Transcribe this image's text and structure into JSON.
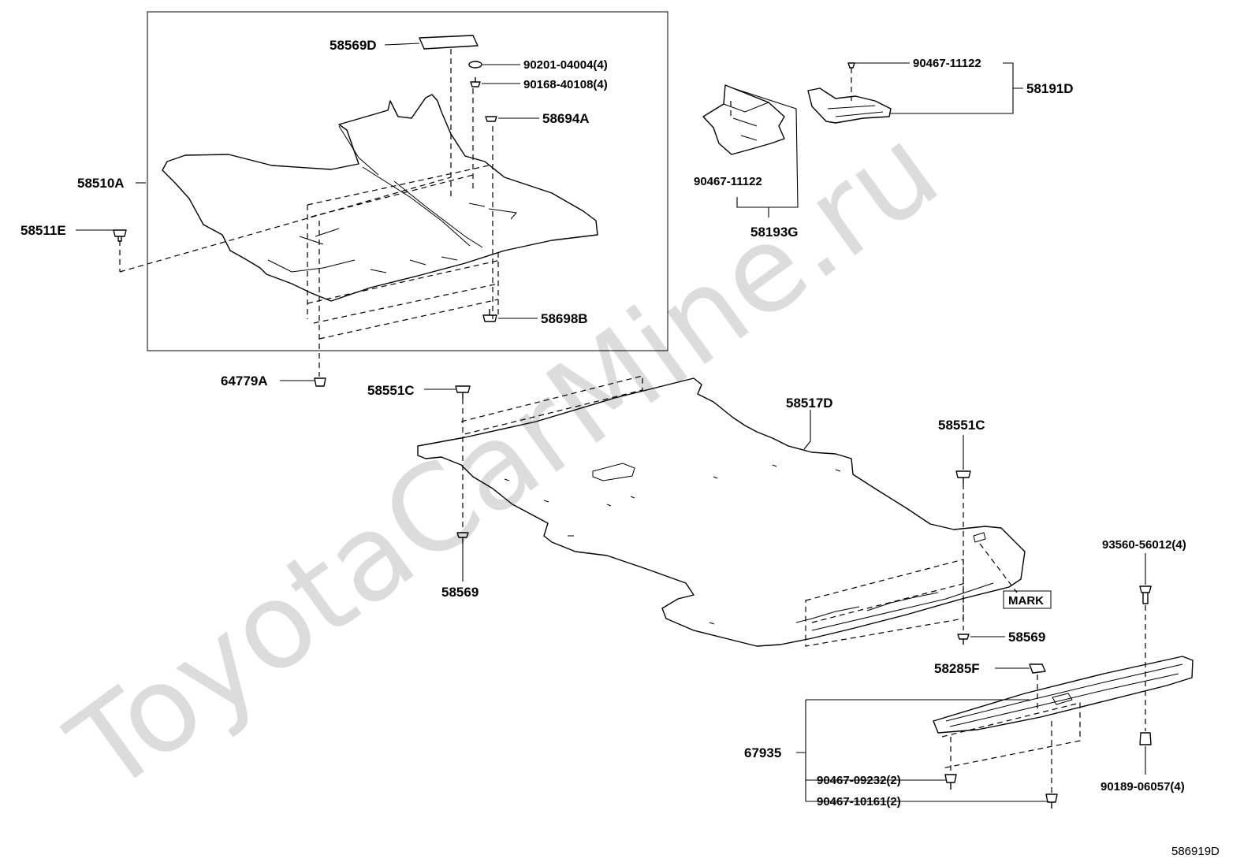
{
  "watermark": "ToyotaCarMine.ru",
  "diagram_id": "586919D",
  "mark_label": "MARK",
  "labels": {
    "p58569D": "58569D",
    "p90201": "90201-04004(4)",
    "p90168": "90168-40108(4)",
    "p58694A": "58694A",
    "p58510A": "58510A",
    "p58511E": "58511E",
    "p58698B": "58698B",
    "p64779A": "64779A",
    "p90467_top": "90467-11122",
    "p58191D": "58191D",
    "p90467_left": "90467-11122",
    "p58193G": "58193G",
    "p58551C_a": "58551C",
    "p58517D": "58517D",
    "p58551C_b": "58551C",
    "p58569_a": "58569",
    "p58569_b": "58569",
    "p93560": "93560-56012(4)",
    "p58285F": "58285F",
    "p67935": "67935",
    "p90467_09232": "90467-09232(2)",
    "p90467_10161": "90467-10161(2)",
    "p90189": "90189-06057(4)"
  }
}
